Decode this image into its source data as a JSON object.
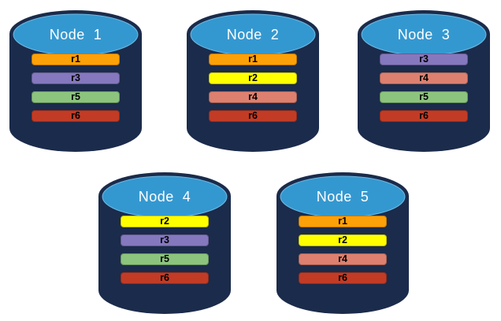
{
  "colors": {
    "background": "#FFFFFF",
    "cylinder_body": "#1B2B4B",
    "cylinder_top": "#3498D0",
    "cylinder_top_highlight": "#6CB9E2",
    "node_title_text": "#FFFFFF",
    "bar_text": "#000000"
  },
  "nodes": [
    {
      "title": "Node  1",
      "replicas": [
        {
          "label": "r1",
          "color": "#FCA108"
        },
        {
          "label": "r3",
          "color": "#8678BE"
        },
        {
          "label": "r5",
          "color": "#8CC47E"
        },
        {
          "label": "r6",
          "color": "#C23B25"
        }
      ]
    },
    {
      "title": "Node  2",
      "replicas": [
        {
          "label": "r1",
          "color": "#FCA108"
        },
        {
          "label": "r2",
          "color": "#FFFF00"
        },
        {
          "label": "r4",
          "color": "#DD806F"
        },
        {
          "label": "r6",
          "color": "#C23B25"
        }
      ]
    },
    {
      "title": "Node  3",
      "replicas": [
        {
          "label": "r3",
          "color": "#8678BE"
        },
        {
          "label": "r4",
          "color": "#DD806F"
        },
        {
          "label": "r5",
          "color": "#8CC47E"
        },
        {
          "label": "r6",
          "color": "#C23B25"
        }
      ]
    },
    {
      "title": "Node  4",
      "replicas": [
        {
          "label": "r2",
          "color": "#FFFF00"
        },
        {
          "label": "r3",
          "color": "#8678BE"
        },
        {
          "label": "r5",
          "color": "#8CC47E"
        },
        {
          "label": "r6",
          "color": "#C23B25"
        }
      ]
    },
    {
      "title": "Node  5",
      "replicas": [
        {
          "label": "r1",
          "color": "#FCA108"
        },
        {
          "label": "r2",
          "color": "#FFFF00"
        },
        {
          "label": "r4",
          "color": "#DD806F"
        },
        {
          "label": "r6",
          "color": "#C23B25"
        }
      ]
    }
  ]
}
